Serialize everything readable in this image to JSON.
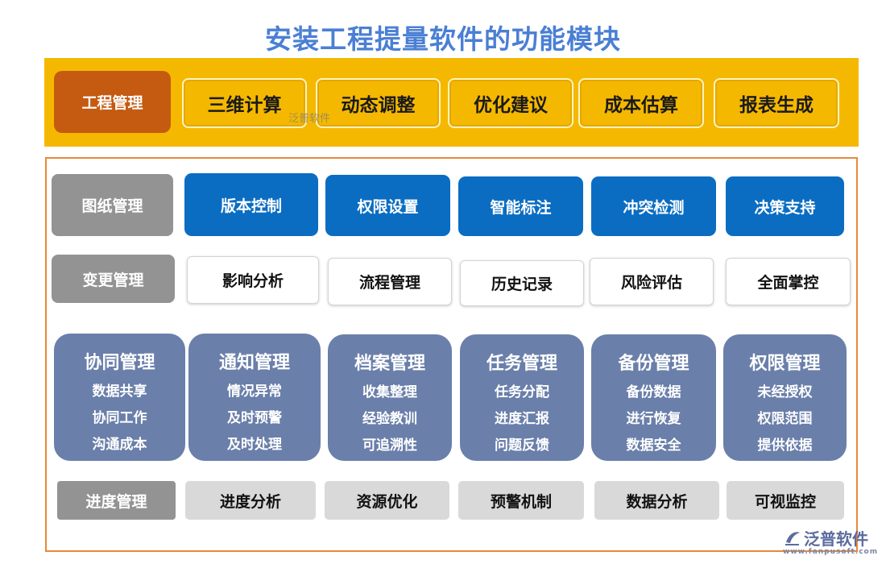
{
  "title": "安装工程提量软件的功能模块",
  "top": {
    "main_label": "工程管理",
    "items": [
      "三维计算",
      "动态调整",
      "优化建议",
      "成本估算",
      "报表生成"
    ],
    "watermark": "泛普软件"
  },
  "row1": {
    "label": "图纸管理",
    "items": [
      "版本控制",
      "权限设置",
      "智能标注",
      "冲突检测",
      "决策支持"
    ]
  },
  "row2": {
    "label": "变更管理",
    "items": [
      "影响分析",
      "流程管理",
      "历史记录",
      "风险评估",
      "全面掌控"
    ]
  },
  "cards": [
    {
      "title": "协同管理",
      "items": [
        "数据共享",
        "协同工作",
        "沟通成本"
      ]
    },
    {
      "title": "通知管理",
      "items": [
        "情况异常",
        "及时预警",
        "及时处理"
      ]
    },
    {
      "title": "档案管理",
      "items": [
        "收集整理",
        "经验教训",
        "可追溯性"
      ]
    },
    {
      "title": "任务管理",
      "items": [
        "任务分配",
        "进度汇报",
        "问题反馈"
      ]
    },
    {
      "title": "备份管理",
      "items": [
        "备份数据",
        "进行恢复",
        "数据安全"
      ]
    },
    {
      "title": "权限管理",
      "items": [
        "未经授权",
        "权限范围",
        "提供依据"
      ]
    }
  ],
  "row4": {
    "label": "进度管理",
    "items": [
      "进度分析",
      "资源优化",
      "预警机制",
      "数据分析",
      "可视监控"
    ]
  },
  "logo": {
    "name": "泛普软件",
    "url": "www.fanpusoft.com"
  }
}
